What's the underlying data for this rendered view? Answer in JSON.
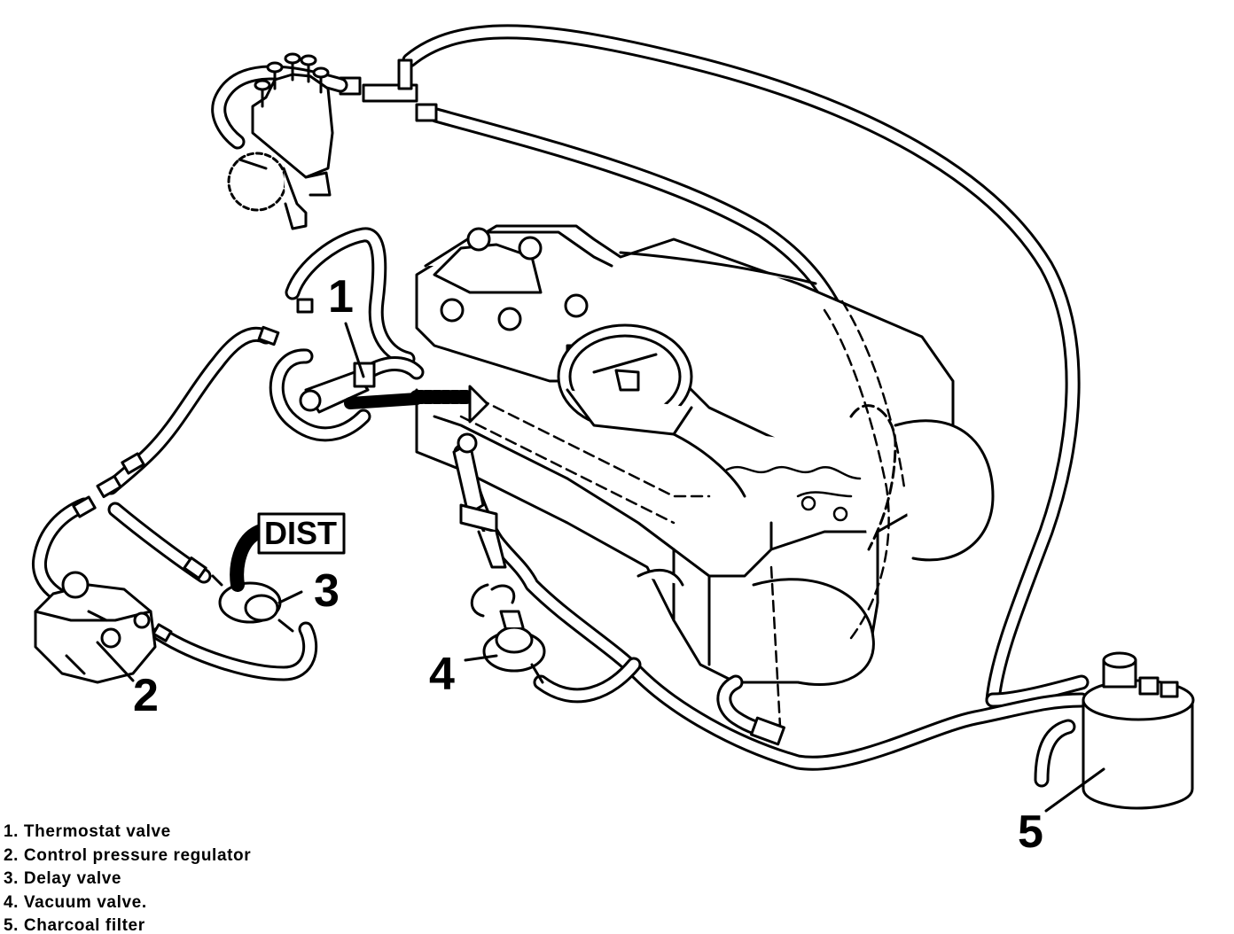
{
  "diagram": {
    "dist_label": "DIST",
    "callouts": [
      {
        "id": "1",
        "text": "1"
      },
      {
        "id": "2",
        "text": "2"
      },
      {
        "id": "3",
        "text": "3"
      },
      {
        "id": "4",
        "text": "4"
      },
      {
        "id": "5",
        "text": "5"
      }
    ]
  },
  "legend": [
    "1. Thermostat valve",
    "2. Control pressure regulator",
    "3. Delay valve",
    "4. Vacuum valve.",
    "5. Charcoal filter"
  ],
  "colors": {
    "ink": "#000000",
    "paper": "#ffffff"
  }
}
